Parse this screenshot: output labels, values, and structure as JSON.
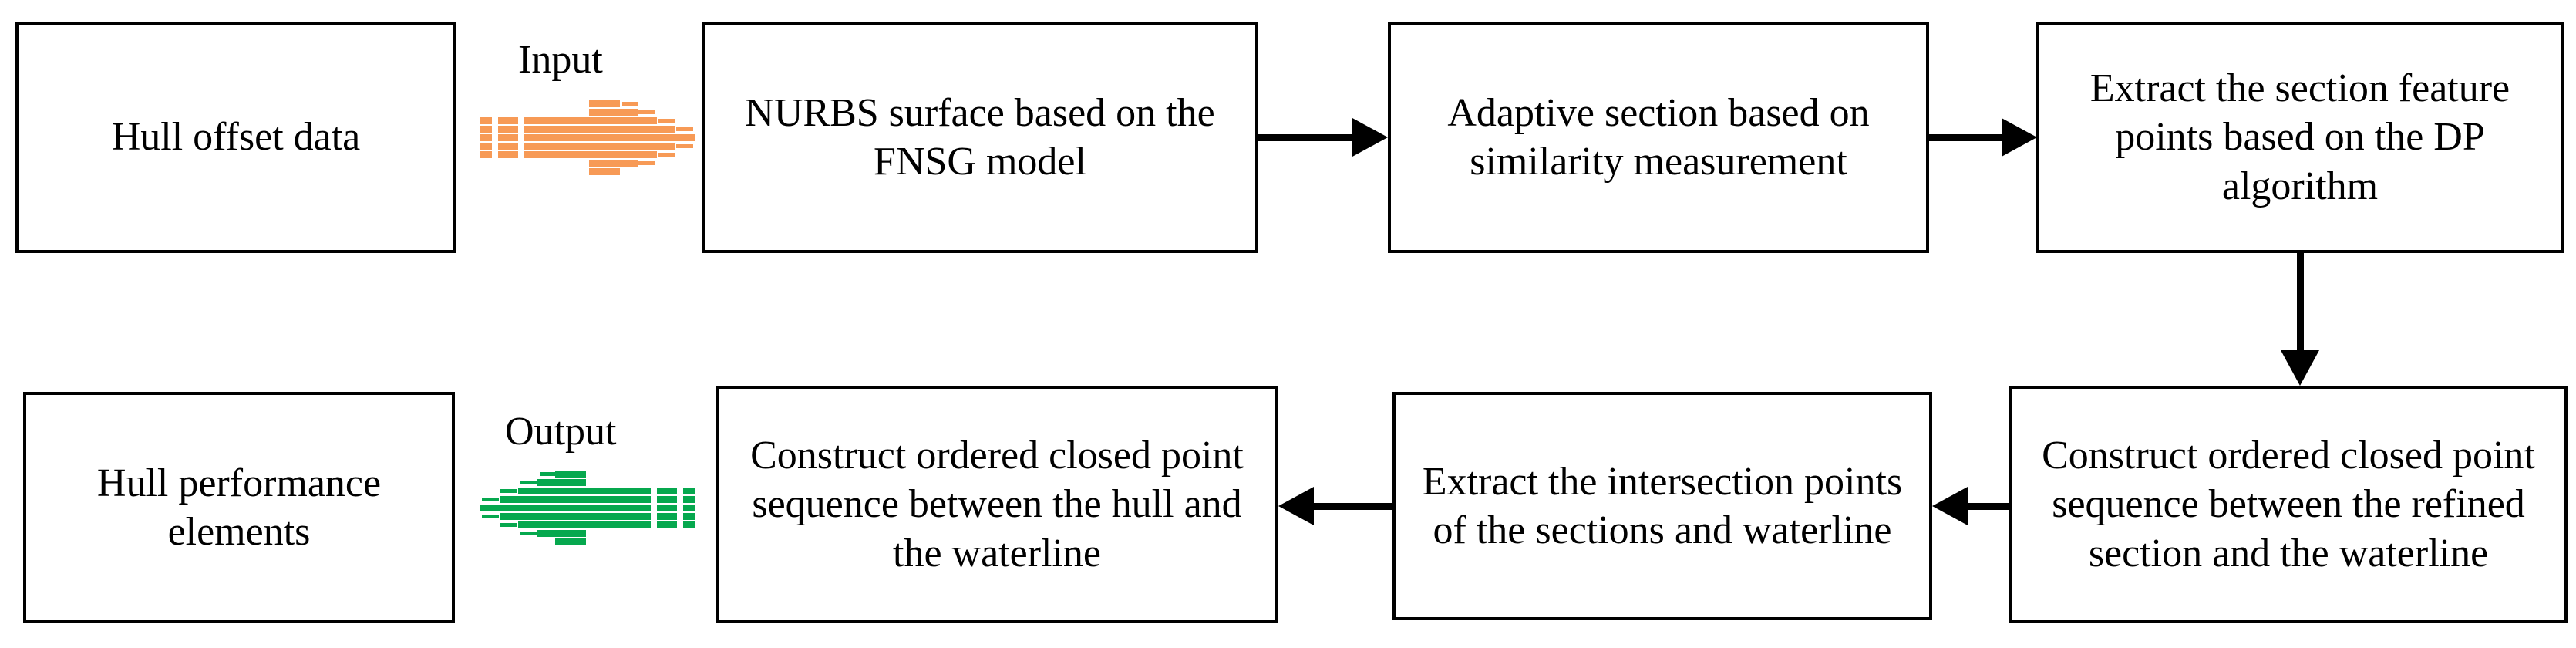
{
  "diagram": {
    "title": "Hull performance element extraction flowchart",
    "colors": {
      "stroke": "#000000",
      "input_arrow": "#F79A56",
      "output_arrow": "#06A84E",
      "background": "#FFFFFF"
    },
    "labels": {
      "input": "Input",
      "output": "Output"
    },
    "nodes": [
      {
        "id": "hull-offset-data",
        "text": "Hull offset data"
      },
      {
        "id": "nurbs-surface",
        "text": "NURBS surface based on the FNSG model"
      },
      {
        "id": "adaptive-section",
        "text": "Adaptive section based on similarity measurement"
      },
      {
        "id": "extract-section-feature",
        "text": "Extract the section feature points based on the DP algorithm"
      },
      {
        "id": "construct-refined",
        "text": "Construct ordered closed point sequence between the refined section and the waterline"
      },
      {
        "id": "extract-intersection",
        "text": "Extract the intersection points of the sections and waterline"
      },
      {
        "id": "construct-hull",
        "text": "Construct ordered closed point sequence between the hull and the waterline"
      },
      {
        "id": "hull-performance",
        "text": "Hull performance elements"
      }
    ]
  }
}
